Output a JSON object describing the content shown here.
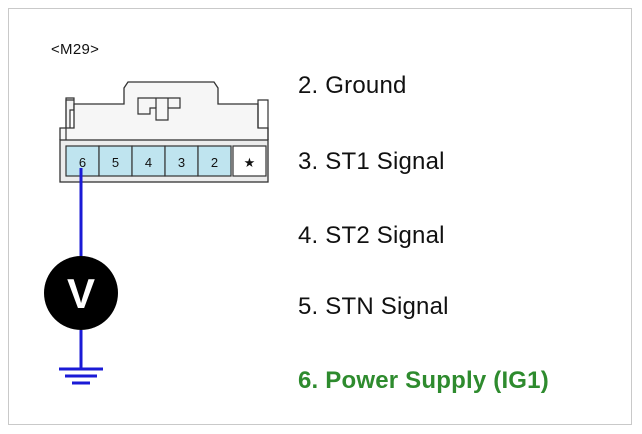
{
  "connector": {
    "label": "<M29>",
    "pins": [
      "6",
      "5",
      "4",
      "3",
      "2",
      "★"
    ],
    "highlight_pin": "6"
  },
  "meter": {
    "symbol": "V"
  },
  "legend": [
    {
      "text": "2. Ground",
      "highlight": false
    },
    {
      "text": "3. ST1 Signal",
      "highlight": false
    },
    {
      "text": "4. ST2 Signal",
      "highlight": false
    },
    {
      "text": "5. STN Signal",
      "highlight": false
    },
    {
      "text": "6. Power Supply (IG1)",
      "highlight": true
    }
  ],
  "colors": {
    "wire": "#1a1ad6",
    "pin_highlight": "#bfe4ef",
    "connector_body": "#f2f2f2",
    "legend_highlight": "#2e8b2e",
    "meter_fill": "#000000"
  }
}
